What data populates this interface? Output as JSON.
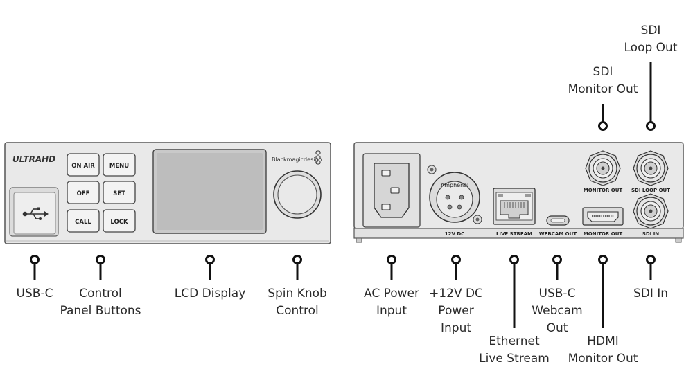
{
  "front_panel": {
    "brand_logo": "ULTRAHD",
    "maker_logo": "Blackmagicdesign",
    "buttons": {
      "on_air": "ON AIR",
      "menu": "MENU",
      "off": "OFF",
      "set": "SET",
      "call": "CALL",
      "lock": "LOCK"
    }
  },
  "rear_panel": {
    "xlr_brand": "Amphenol",
    "port_labels": {
      "dc_12v": "12V DC",
      "live_stream": "LIVE STREAM",
      "webcam_out": "WEBCAM OUT",
      "hdmi_monitor_out": "MONITOR OUT",
      "sdi_monitor_out": "MONITOR OUT",
      "sdi_loop_out": "SDI LOOP OUT",
      "sdi_in": "SDI IN"
    }
  },
  "callouts": {
    "usb_c": [
      "USB-C"
    ],
    "control_panel_buttons": [
      "Control",
      "Panel Buttons"
    ],
    "lcd_display": [
      "LCD Display"
    ],
    "spin_knob": [
      "Spin Knob",
      "Control"
    ],
    "ac_power": [
      "AC Power",
      "Input"
    ],
    "dc_power": [
      "+12V DC",
      "Power",
      "Input"
    ],
    "ethernet": [
      "Ethernet",
      "Live Stream"
    ],
    "usb_c_webcam": [
      "USB-C",
      "Webcam",
      "Out"
    ],
    "hdmi_monitor": [
      "HDMI",
      "Monitor Out"
    ],
    "sdi_in": [
      "SDI In"
    ],
    "sdi_monitor": [
      "SDI",
      "Monitor Out"
    ],
    "sdi_loop": [
      "SDI",
      "Loop Out"
    ]
  },
  "colors": {
    "panel_fill": "#e9e9e9",
    "panel_stroke": "#555555",
    "label_text": "#2a2a2a"
  }
}
